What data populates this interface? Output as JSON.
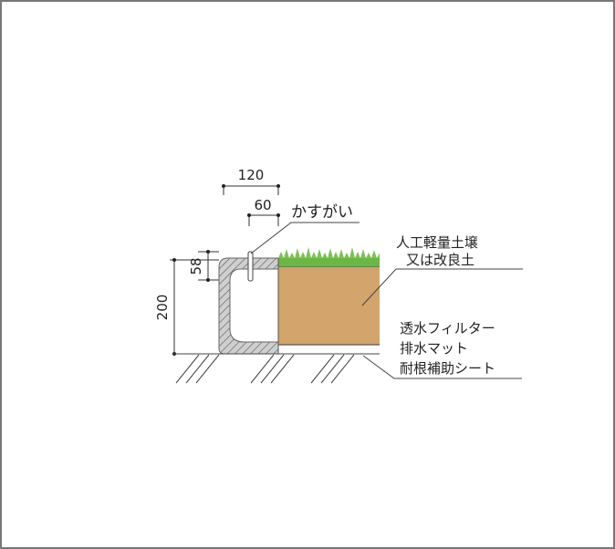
{
  "diagram": {
    "type": "cross-section",
    "dimensions": {
      "width_total": "120",
      "width_inner": "60",
      "height_total": "200",
      "height_top": "58"
    },
    "labels": {
      "clamp": "かすがい",
      "soil_line1": "人工軽量土壌",
      "soil_line2": "又は改良土",
      "layer_line1": "透水フィルター",
      "layer_line2": "排水マット",
      "layer_line3": "耐根補助シート"
    },
    "colors": {
      "frame": "#777777",
      "soil": "#d3a46b",
      "grass": "#6db545",
      "curb_fill": "#cfcfcf",
      "line": "#333333"
    }
  }
}
